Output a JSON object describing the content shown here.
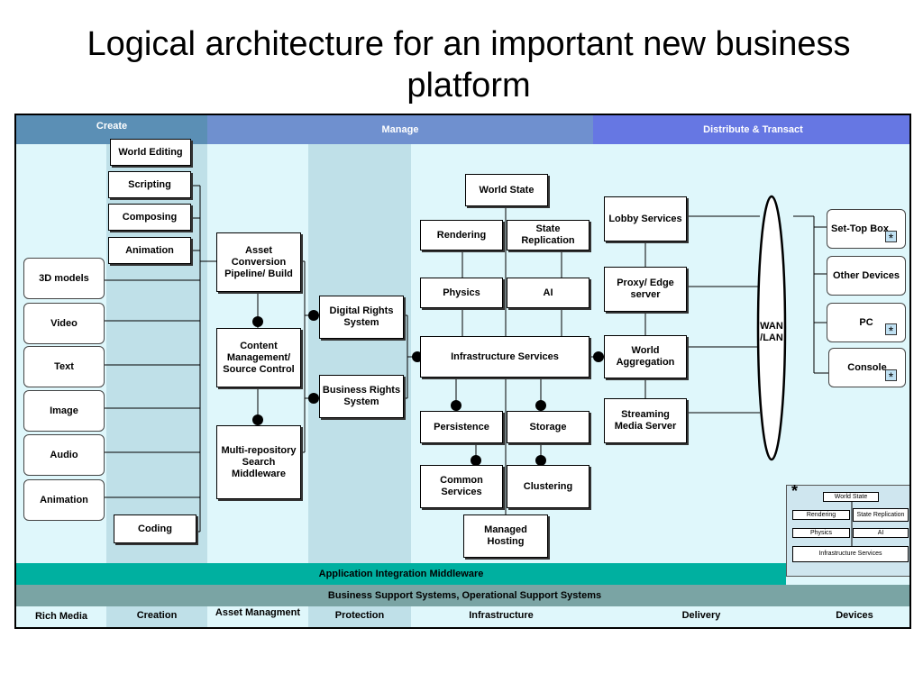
{
  "title": "Logical architecture for an important new business platform",
  "headers": {
    "create": "Create",
    "manage": "Manage",
    "distribute": "Distribute & Transact"
  },
  "create": {
    "tools": [
      "World Editing",
      "Scripting",
      "Composing",
      "Animation"
    ],
    "coding": "Coding",
    "media": [
      "3D models",
      "Video",
      "Text",
      "Image",
      "Audio",
      "Animation"
    ]
  },
  "asset": {
    "pipeline": "Asset Conversion Pipeline/ Build",
    "content": "Content Management/ Source Control",
    "search": "Multi-repository Search Middleware"
  },
  "protection": {
    "drm": "Digital Rights System",
    "brs": "Business Rights System"
  },
  "infra": {
    "world_state": "World State",
    "rendering": "Rendering",
    "state_replication": "State Replication",
    "physics": "Physics",
    "ai": "AI",
    "infrastructure": "Infrastructure Services",
    "persistence": "Persistence",
    "storage": "Storage",
    "common": "Common Services",
    "clustering": "Clustering",
    "hosting": "Managed Hosting"
  },
  "delivery": {
    "lobby": "Lobby Services",
    "proxy": "Proxy/ Edge server",
    "aggregation": "World Aggregation",
    "streaming": "Streaming Media Server"
  },
  "wan": "WAN /LAN",
  "devices": {
    "settop": "Set-Top Box",
    "other": "Other Devices",
    "pc": "PC",
    "console": "Console",
    "star": "*"
  },
  "inset": {
    "star": "*",
    "world_state": "World State",
    "rendering": "Rendering",
    "state_replication": "State Replication",
    "physics": "Physics",
    "ai": "AI",
    "infrastructure": "Infrastructure Services"
  },
  "middleware": "Application Integration Middleware",
  "support": "Business Support Systems, Operational Support Systems",
  "footer": [
    "Rich Media",
    "Creation",
    "Asset Managment",
    "Protection",
    "Infrastructure",
    "Delivery",
    "Devices"
  ],
  "colors": {
    "create_header": "#5b8fb5",
    "manage_header": "#6f90cf",
    "distribute_header": "#6677e3",
    "band_light": "#dff7fb",
    "band_dark": "#bfe0e8",
    "middleware_bar": "#00b0a0",
    "support_bar": "#7aa4a4"
  }
}
